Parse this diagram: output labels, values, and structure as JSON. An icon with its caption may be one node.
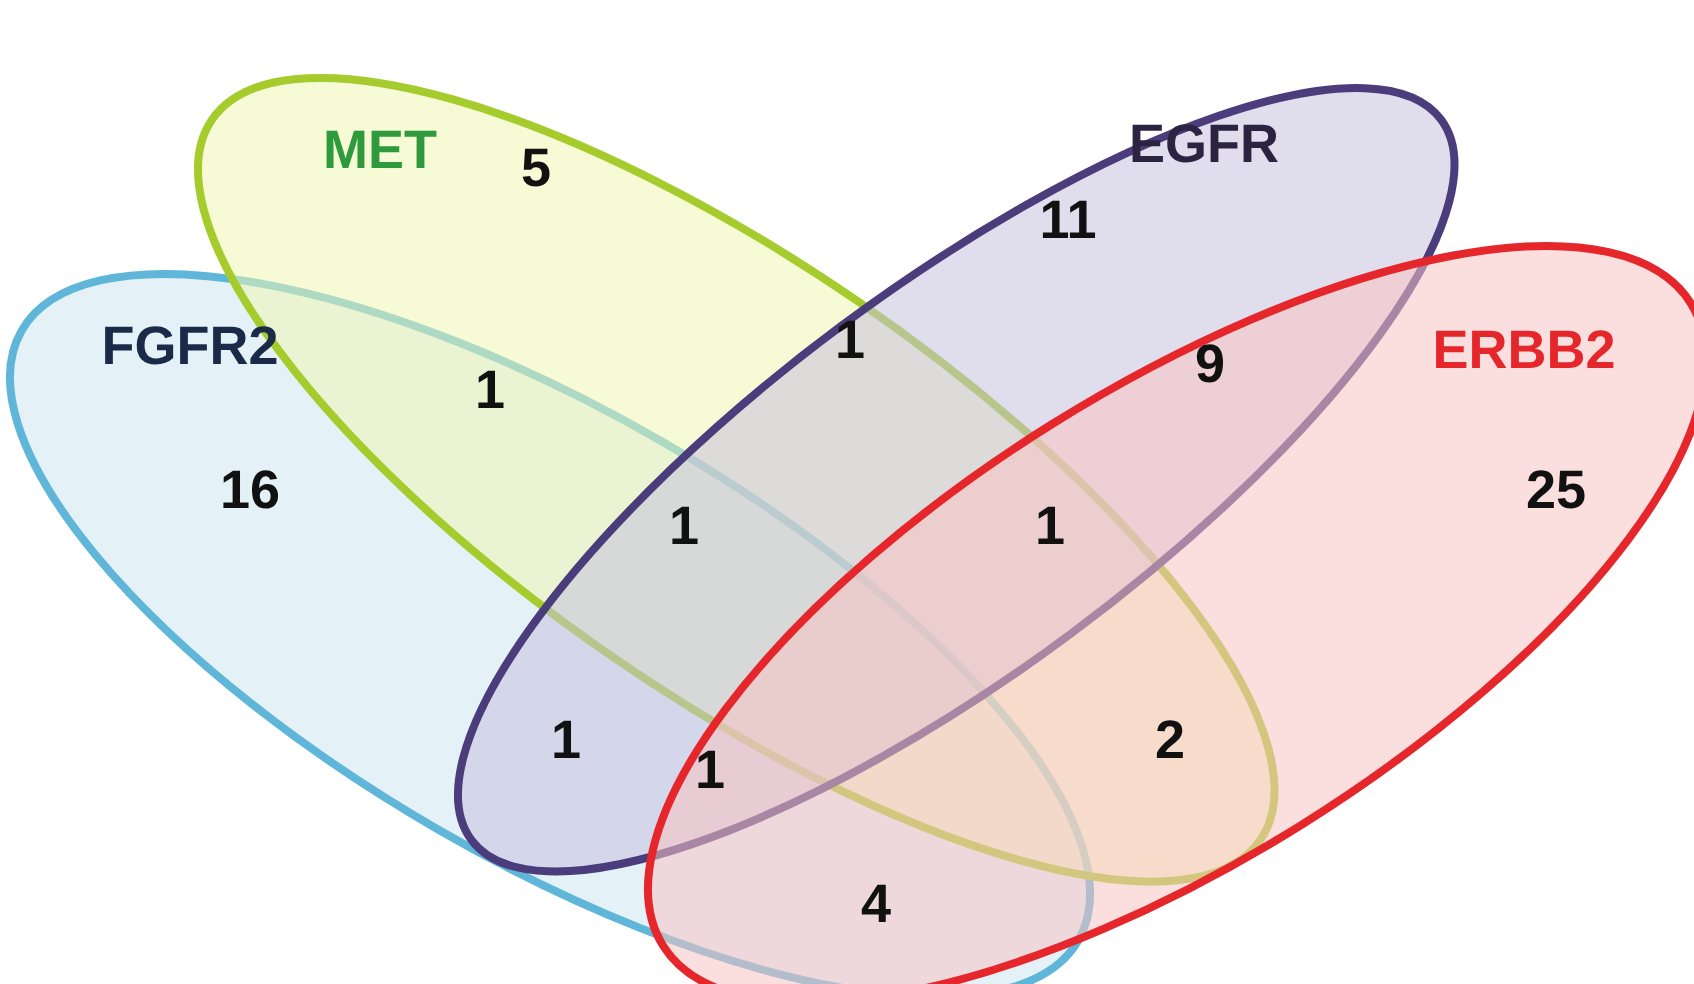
{
  "diagram": {
    "nodes": [
      {
        "text": [
          "MET"
        ]
      },
      {
        "text": [
          "EGFR"
        ]
      },
      {
        "text": [
          "FGFR2"
        ]
      },
      {
        "text": [
          "ERBB2"
        ]
      }
    ],
    "labels": [
      "5",
      "11",
      "1",
      "9",
      "1",
      "16",
      "25",
      "1",
      "1",
      "1",
      "2",
      "1",
      "4"
    ]
  }
}
